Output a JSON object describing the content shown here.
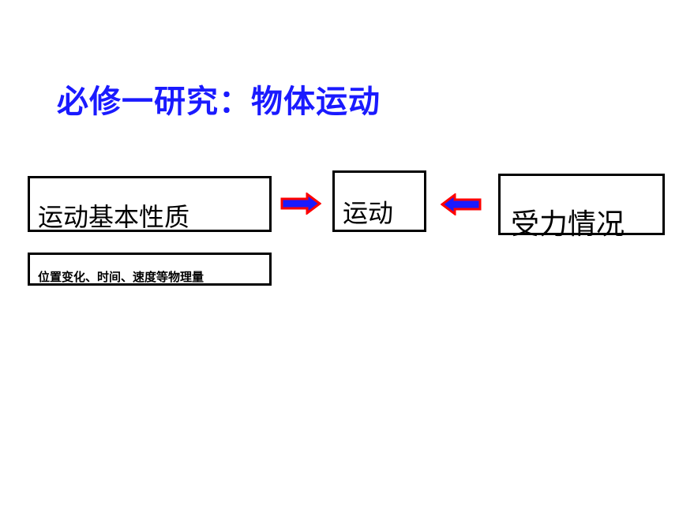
{
  "title": "必修一研究：物体运动",
  "boxes": {
    "properties": "运动基本性质",
    "motion": "运动",
    "force": "受力情况",
    "quantities": "位置变化、时间、速度等物理量"
  },
  "colors": {
    "title": "#1a1aff",
    "arrow_fill": "#1a1aff",
    "arrow_outline": "#ff0000",
    "box_border": "#000000"
  },
  "icons": {
    "right_arrow": "arrow-right-icon",
    "left_arrow": "arrow-left-icon"
  }
}
